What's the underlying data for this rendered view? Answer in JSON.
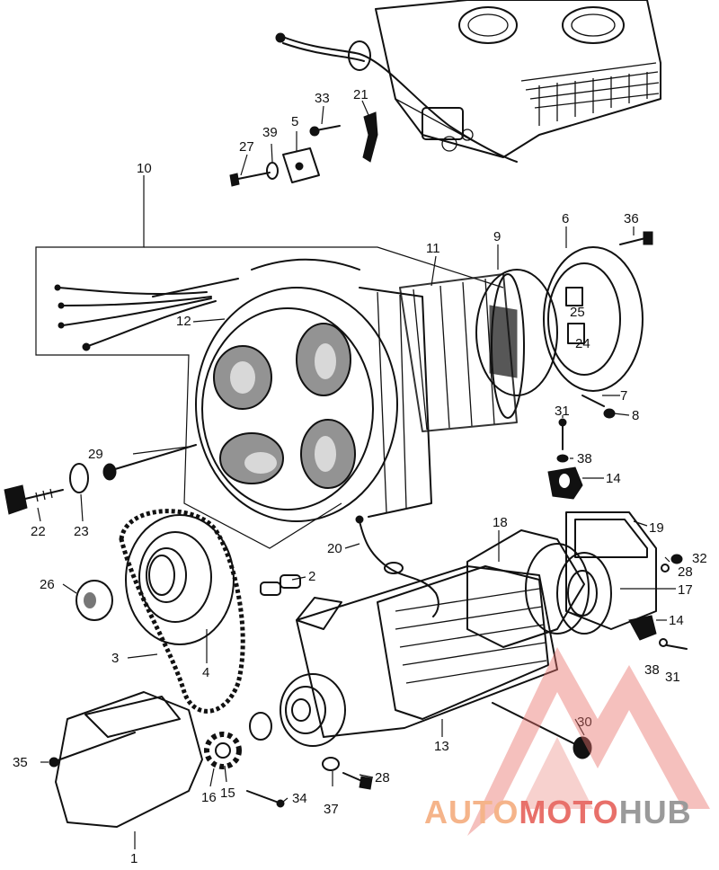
{
  "diagram": {
    "type": "exploded-parts-view",
    "callouts": [
      {
        "id": "c1",
        "label": "1"
      },
      {
        "id": "c2",
        "label": "2"
      },
      {
        "id": "c3",
        "label": "3"
      },
      {
        "id": "c4",
        "label": "4"
      },
      {
        "id": "c5",
        "label": "5"
      },
      {
        "id": "c6",
        "label": "6"
      },
      {
        "id": "c7",
        "label": "7"
      },
      {
        "id": "c8",
        "label": "8"
      },
      {
        "id": "c9",
        "label": "9"
      },
      {
        "id": "c10",
        "label": "10"
      },
      {
        "id": "c11",
        "label": "11"
      },
      {
        "id": "c12",
        "label": "12"
      },
      {
        "id": "c13",
        "label": "13"
      },
      {
        "id": "c14a",
        "label": "14"
      },
      {
        "id": "c14b",
        "label": "14"
      },
      {
        "id": "c15",
        "label": "15"
      },
      {
        "id": "c16",
        "label": "16"
      },
      {
        "id": "c17",
        "label": "17"
      },
      {
        "id": "c18",
        "label": "18"
      },
      {
        "id": "c19",
        "label": "19"
      },
      {
        "id": "c20",
        "label": "20"
      },
      {
        "id": "c21",
        "label": "21"
      },
      {
        "id": "c22",
        "label": "22"
      },
      {
        "id": "c23",
        "label": "23"
      },
      {
        "id": "c24",
        "label": "24"
      },
      {
        "id": "c25",
        "label": "25"
      },
      {
        "id": "c26",
        "label": "26"
      },
      {
        "id": "c27",
        "label": "27"
      },
      {
        "id": "c28a",
        "label": "28"
      },
      {
        "id": "c28b",
        "label": "28"
      },
      {
        "id": "c29",
        "label": "29"
      },
      {
        "id": "c30",
        "label": "30"
      },
      {
        "id": "c31a",
        "label": "31"
      },
      {
        "id": "c31b",
        "label": "31"
      },
      {
        "id": "c32",
        "label": "32"
      },
      {
        "id": "c33",
        "label": "33"
      },
      {
        "id": "c34",
        "label": "34"
      },
      {
        "id": "c35",
        "label": "35"
      },
      {
        "id": "c36",
        "label": "36"
      },
      {
        "id": "c37",
        "label": "37"
      },
      {
        "id": "c38a",
        "label": "38"
      },
      {
        "id": "c38b",
        "label": "38"
      },
      {
        "id": "c39",
        "label": "39"
      }
    ]
  },
  "watermark": {
    "brand_part1": "AUTO",
    "brand_part2": "MOTO",
    "brand_part3": "HUB",
    "color_part1": "#f5b48a",
    "color_part2": "#e8706a",
    "color_part3": "#9a9a9a",
    "logo_color": "#e8706a"
  },
  "colors": {
    "ink": "#111111",
    "background": "#ffffff"
  }
}
